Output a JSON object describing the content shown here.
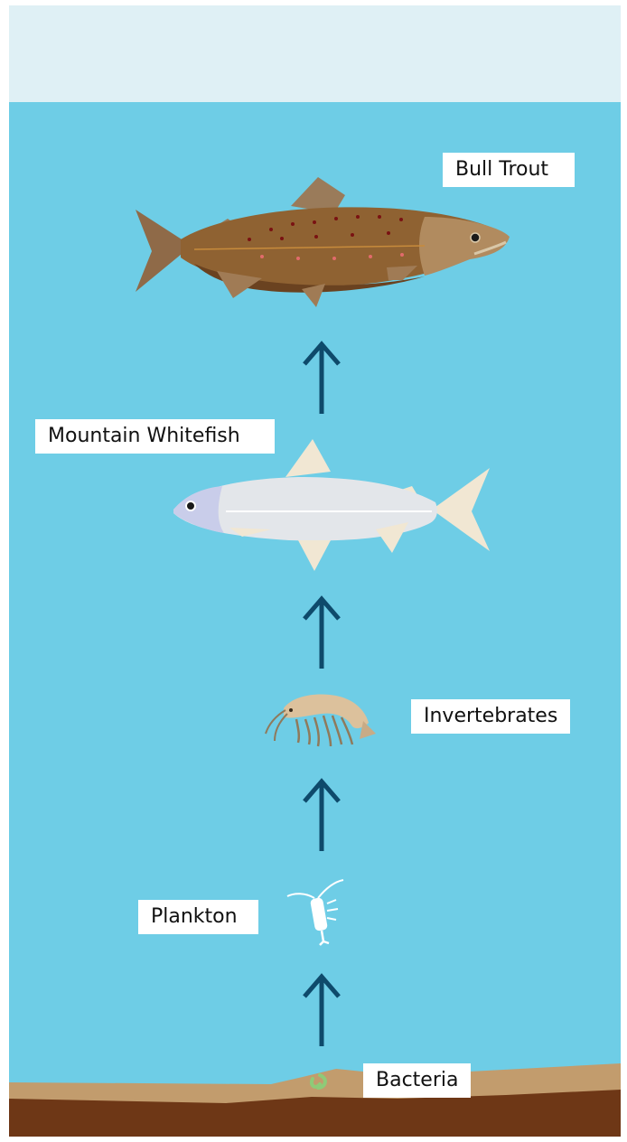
{
  "title": "",
  "colors": {
    "sky": "#dff0f5",
    "water": "#6ecde6",
    "arrow": "#0e4a6b",
    "sediment_light": "#c29c6d",
    "sediment_dark": "#6e3716",
    "trout_body": "#8f6232",
    "whitefish_body": "#e3e6ea",
    "invertebrate": "#dcc19c",
    "bacteria": "#8ecb78"
  },
  "organisms": [
    {
      "id": "bull-trout",
      "label": "Bull Trout",
      "icon": "trout-icon"
    },
    {
      "id": "mountain-whitefish",
      "label": "Mountain Whitefish",
      "icon": "whitefish-icon"
    },
    {
      "id": "invertebrates",
      "label": "Invertebrates",
      "icon": "shrimp-icon"
    },
    {
      "id": "plankton",
      "label": "Plankton",
      "icon": "copepod-icon"
    },
    {
      "id": "bacteria",
      "label": "Bacteria",
      "icon": "bacteria-icon"
    }
  ],
  "arrows": [
    {
      "from": "Bacteria",
      "to": "Plankton"
    },
    {
      "from": "Plankton",
      "to": "Invertebrates"
    },
    {
      "from": "Invertebrates",
      "to": "Mountain Whitefish"
    },
    {
      "from": "Mountain Whitefish",
      "to": "Bull Trout"
    }
  ]
}
